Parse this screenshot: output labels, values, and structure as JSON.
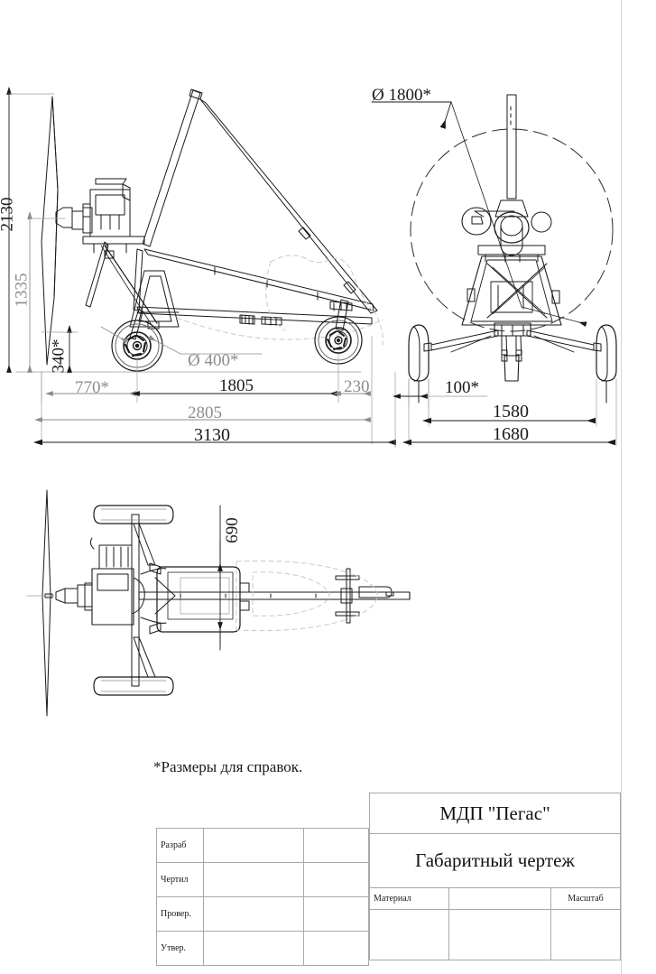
{
  "document": {
    "note": "*Размеры для справок."
  },
  "side_view": {
    "name": "side-view",
    "dimensions": {
      "overall_height": "2130",
      "height_to_prop_axis": "1335",
      "ground_clearance": "340*",
      "prop_diameter": "Ø 400*",
      "front_overhang": "770*",
      "wheelbase": "1805",
      "rear_overhang": "230",
      "length_2805": "2805",
      "overall_length": "3130"
    }
  },
  "front_view": {
    "name": "front-view",
    "dimensions": {
      "rotor_diameter": "Ø 1800*",
      "wheel_offset": "100*",
      "track": "1580",
      "overall_width": "1680"
    }
  },
  "plan_view": {
    "name": "plan-view",
    "dimensions": {
      "body_width": "690"
    }
  },
  "title_block": {
    "product_name": "МДП \"Пегас\"",
    "drawing_title": "Габаритный чертеж",
    "material_label": "Материал",
    "material_value": "",
    "scale_label": "Масштаб",
    "scale_value": "",
    "roles": [
      {
        "label": "Разраб",
        "name": "",
        "signature": ""
      },
      {
        "label": "Чертил",
        "name": "",
        "signature": ""
      },
      {
        "label": "Провер.",
        "name": "",
        "signature": ""
      },
      {
        "label": "Утвер.",
        "name": "",
        "signature": ""
      }
    ]
  },
  "colors": {
    "line": "#1a1a1a",
    "dim_gray": "#8d8d8d",
    "table_border": "#a8a8a8",
    "dashed": "#2b2b2b",
    "ghost": "#c9c9c9"
  }
}
